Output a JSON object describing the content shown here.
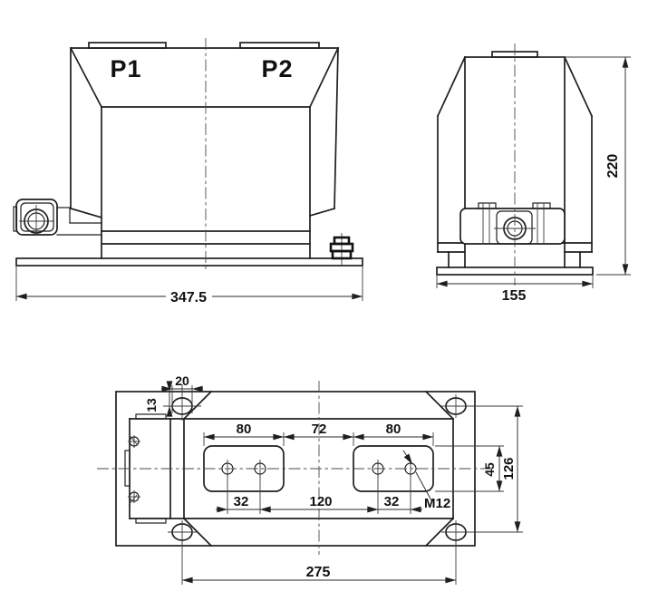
{
  "views": {
    "front": {
      "p1": "P1",
      "p2": "P2",
      "overall_width": "347.5"
    },
    "side": {
      "width": "155",
      "height": "220"
    },
    "plan": {
      "slot_length": "20",
      "slot_offset": "13",
      "pad_width_left": "80",
      "pad_gap": "72",
      "pad_width_right": "80",
      "hole_pitch_left": "32",
      "hole_span": "120",
      "hole_pitch_right": "32",
      "thread_label": "M12",
      "pad_height": "45",
      "hole_row_spacing": "126",
      "mount_hole_spacing": "275"
    }
  },
  "colors": {
    "line": "#1f1f1f",
    "background": "#ffffff"
  }
}
